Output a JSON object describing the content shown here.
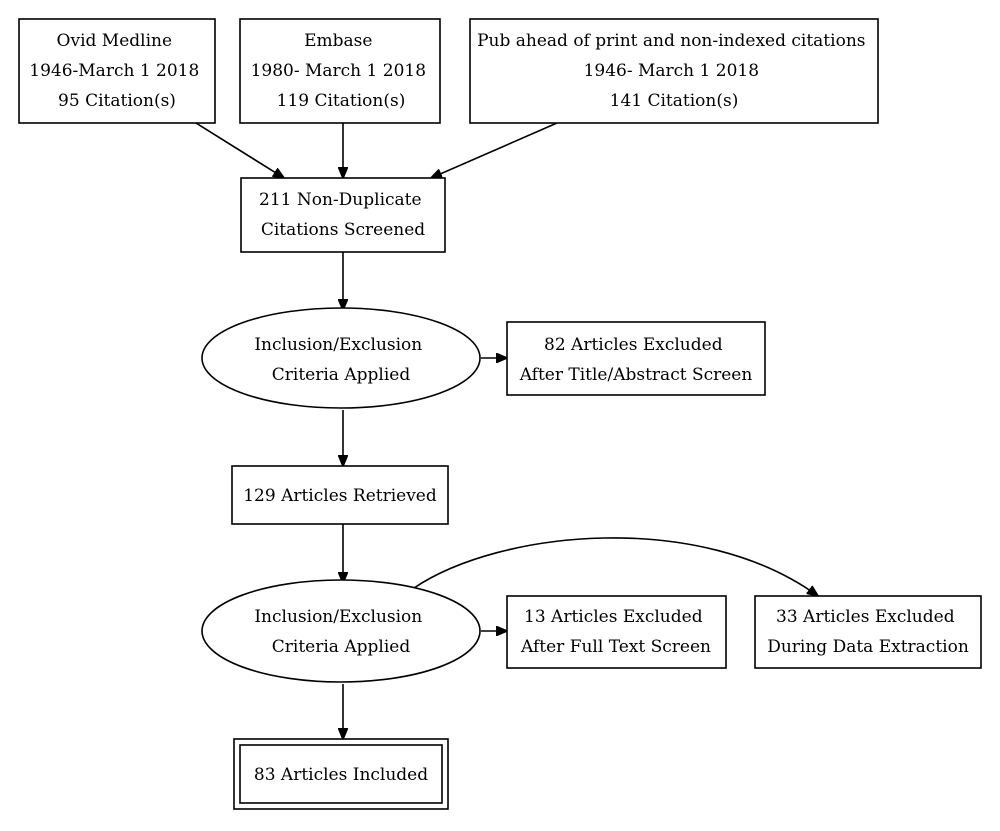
{
  "nodes": {
    "ovid_medline": {
      "lines": [
        "Ovid Medline",
        "1946-March 1 2018",
        "95 Citation(s)"
      ]
    },
    "embase": {
      "lines": [
        "Embase",
        "1980- March 1 2018",
        "119 Citation(s)"
      ]
    },
    "pub_ahead": {
      "lines": [
        "Pub ahead of print and non-indexed citations",
        "1946- March 1 2018",
        "141 Citation(s)"
      ]
    },
    "non_duplicate": {
      "lines": [
        "211 Non-Duplicate",
        "Citations Screened"
      ]
    },
    "criteria_1": {
      "lines": [
        "Inclusion/Exclusion",
        "Criteria Applied"
      ]
    },
    "excluded_title": {
      "lines": [
        "82 Articles Excluded",
        "After Title/Abstract Screen"
      ]
    },
    "retrieved": {
      "lines": [
        "129 Articles Retrieved"
      ]
    },
    "criteria_2": {
      "lines": [
        "Inclusion/Exclusion",
        "Criteria Applied"
      ]
    },
    "excluded_fulltext": {
      "lines": [
        "13 Articles Excluded",
        "After Full Text Screen"
      ]
    },
    "excluded_extraction": {
      "lines": [
        "33 Articles Excluded",
        "During Data Extraction"
      ]
    },
    "included": {
      "lines": [
        "83 Articles Included"
      ]
    }
  }
}
